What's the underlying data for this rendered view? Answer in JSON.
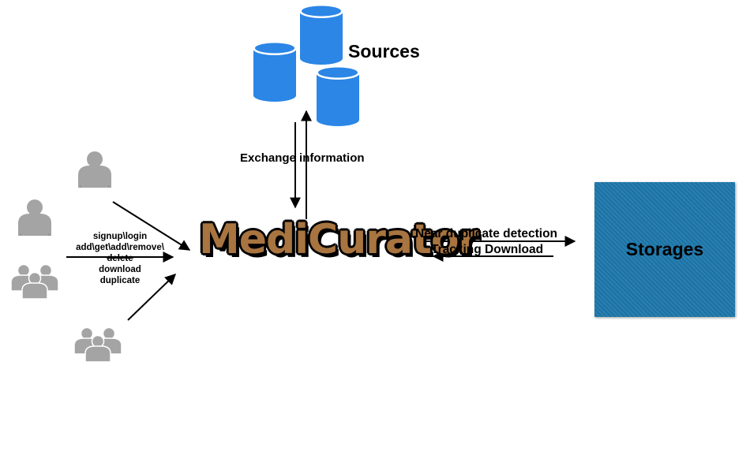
{
  "sources_label": "Sources",
  "exchange_label": "Exchange information",
  "logo_text": "MediCurator",
  "near_duplicate_label": "Near duplicate detection",
  "tracking_label": "Tracking Download",
  "storage_label": "Storages",
  "user_actions": {
    "line1": "signup\\login",
    "line2": "add\\get\\add\\remove\\",
    "line3": "delete",
    "line4": "download",
    "line5": "duplicate"
  },
  "colors": {
    "database": "#2b86e6",
    "database_top": "#ffffff",
    "storage": "#1e78ac",
    "person": "#a4a4a4",
    "logo": "#a87440"
  },
  "icons": [
    "database-icon",
    "single-person-icon",
    "group-person-icon"
  ]
}
